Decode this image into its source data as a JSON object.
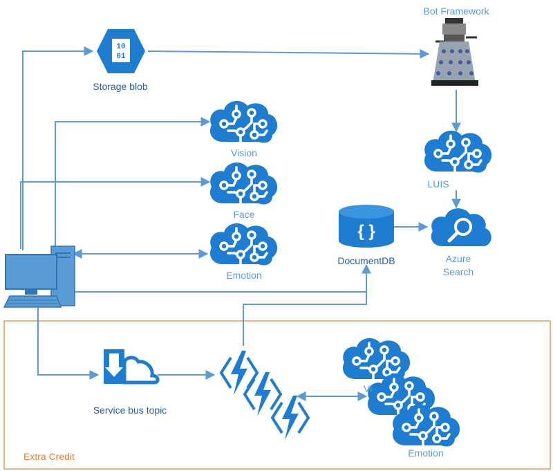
{
  "labels": {
    "bot_framework": "Bot Framework",
    "storage_blob": "Storage blob",
    "vision": "Vision",
    "face": "Face",
    "emotion": "Emotion",
    "luis": "LUIS",
    "documentdb": "DocumentDB",
    "azure_search_line1": "Azure",
    "azure_search_line2": "Search",
    "service_bus_topic": "Service bus topic",
    "extra_credit": "Extra Credit",
    "vision_partial": "Vi",
    "emotion_stack": "Emotion",
    "blob_glyph_top": "10",
    "blob_glyph_bottom": "01",
    "docdb_glyph": "{ }"
  },
  "colors": {
    "accent": "#1e7dd1",
    "line": "#5b9bd5",
    "label": "#5b9bd5",
    "extra_credit_border": "#ed7d31"
  }
}
